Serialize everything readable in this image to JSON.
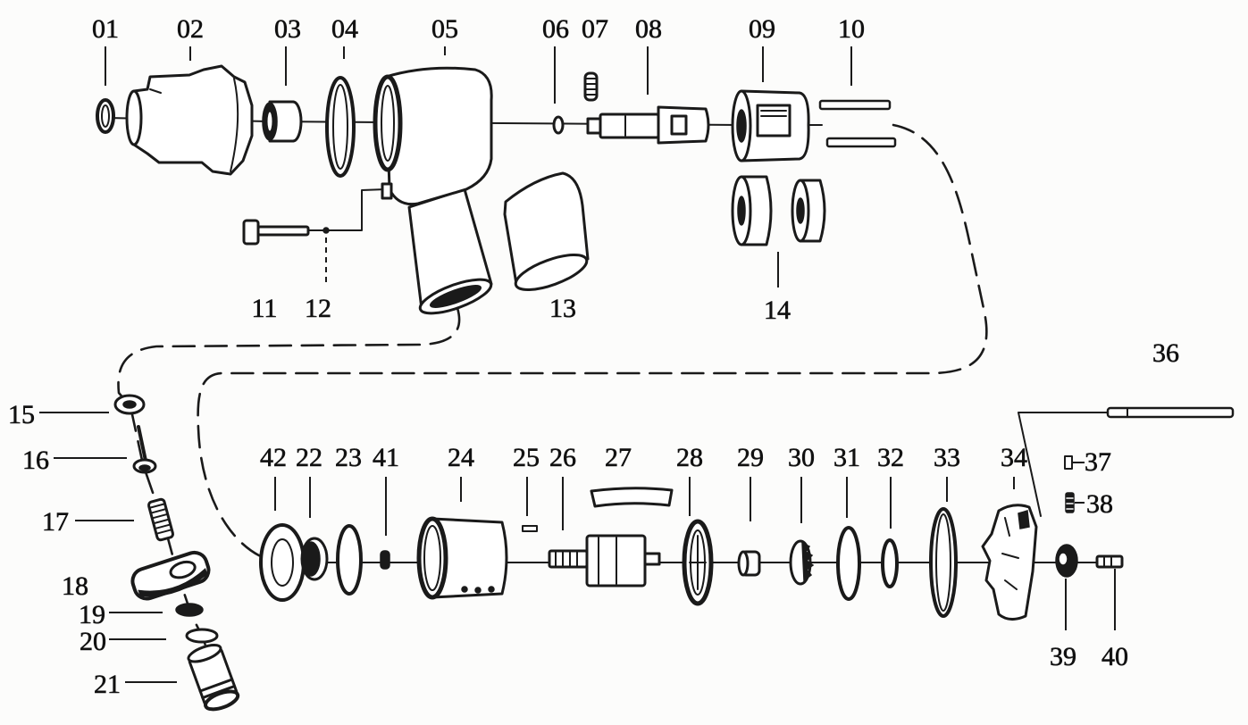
{
  "colors": {
    "ink": "#1a1a1a",
    "paper": "#ffffff"
  },
  "callouts": {
    "c01": "01",
    "c02": "02",
    "c03": "03",
    "c04": "04",
    "c05": "05",
    "c06": "06",
    "c07": "07",
    "c08": "08",
    "c09": "09",
    "c10": "10",
    "c11": "11",
    "c12": "12",
    "c13": "13",
    "c14": "14",
    "c15": "15",
    "c16": "16",
    "c17": "17",
    "c18": "18",
    "c19": "19",
    "c20": "20",
    "c21": "21",
    "c22": "22",
    "c23": "23",
    "c24": "24",
    "c25": "25",
    "c26": "26",
    "c27": "27",
    "c28": "28",
    "c29": "29",
    "c30": "30",
    "c31": "31",
    "c32": "32",
    "c33": "33",
    "c34": "34",
    "c36": "36",
    "c37": "37",
    "c38": "38",
    "c39": "39",
    "c40": "40",
    "c41": "41",
    "c42": "42"
  }
}
